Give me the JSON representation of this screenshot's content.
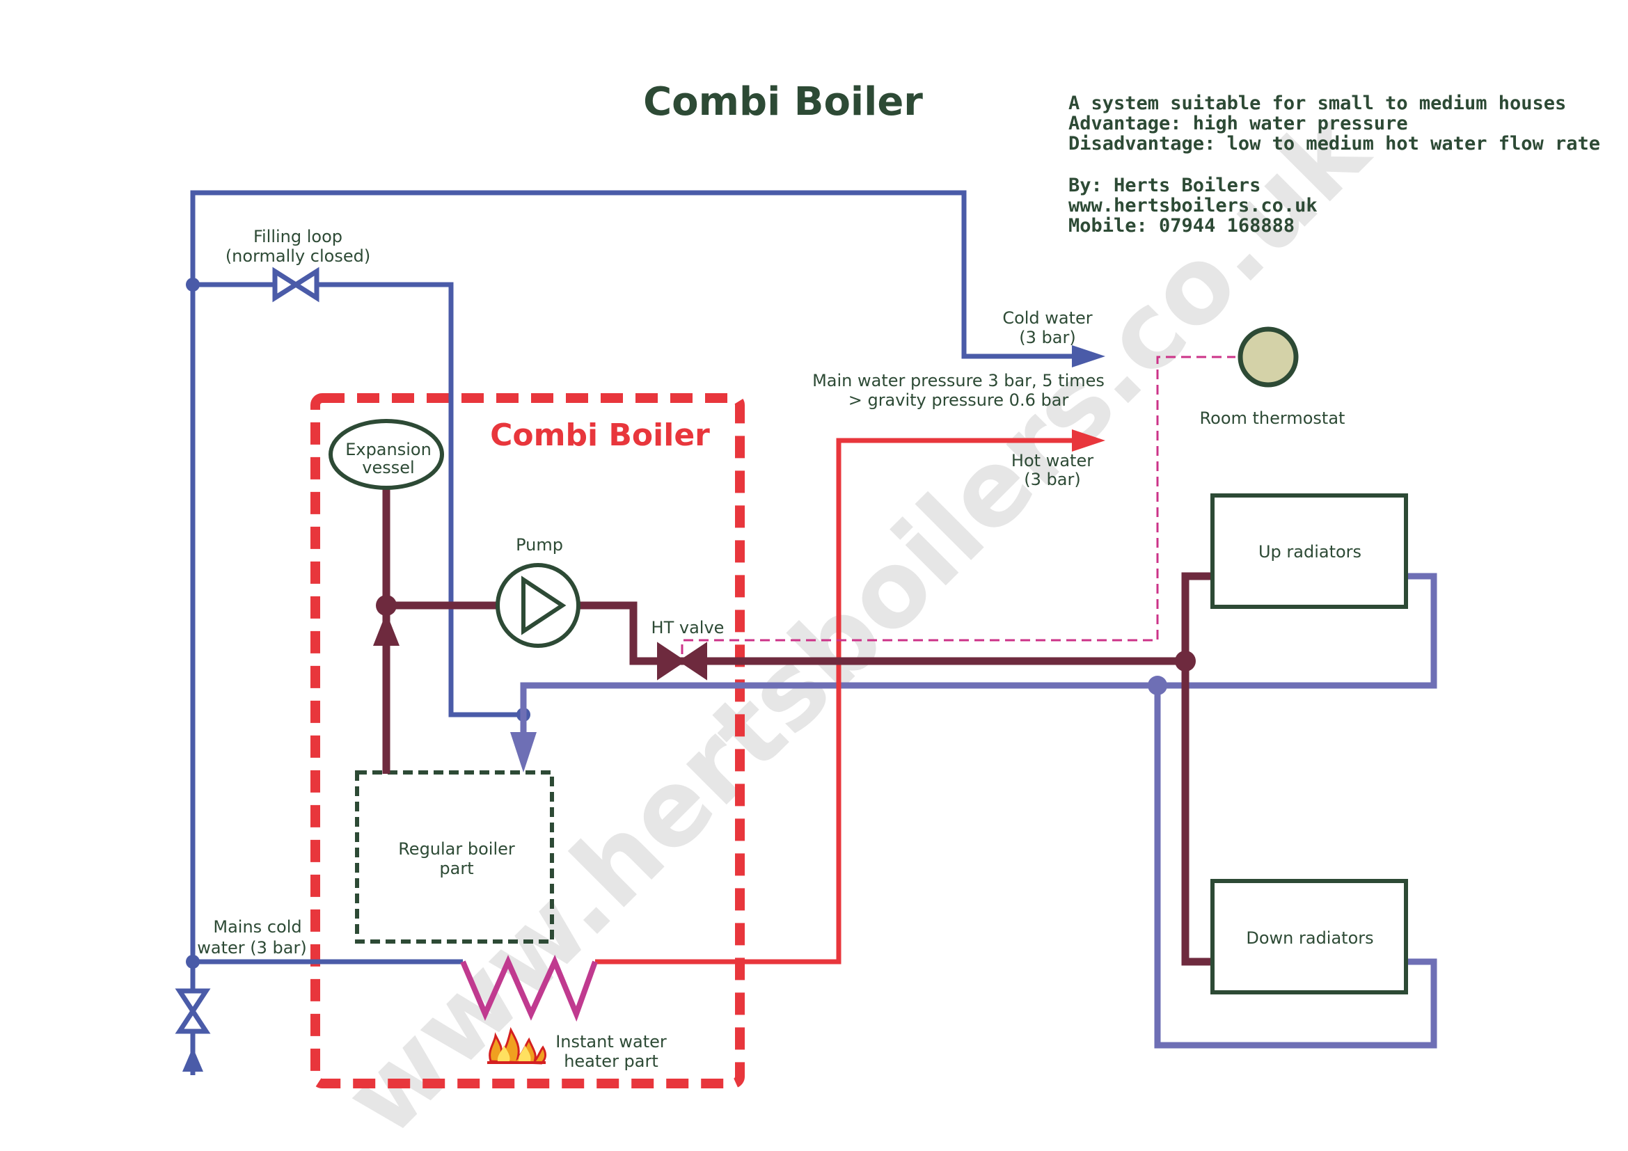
{
  "title": "Combi Boiler",
  "info": {
    "line1": "A system suitable for small to medium houses",
    "line2": "Advantage: high water pressure",
    "line3": "Disadvantage: low to medium hot water flow rate",
    "line4": "By: Herts Boilers",
    "line5": "www.hertsboilers.co.uk",
    "line6": "Mobile: 07944 168888"
  },
  "watermark": "www.hertsboilers.co.uk",
  "labels": {
    "filling_loop_1": "Filling loop",
    "filling_loop_2": "(normally closed)",
    "cold_water_1": "Cold water",
    "cold_water_2": "(3 bar)",
    "main_pressure_1": "Main water pressure 3 bar, 5 times",
    "main_pressure_2": "> gravity pressure 0.6 bar",
    "hot_water_1": "Hot water",
    "hot_water_2": "(3 bar)",
    "room_thermostat": "Room thermostat",
    "boiler_box_title": "Combi Boiler",
    "expansion_1": "Expansion",
    "expansion_2": "vessel",
    "pump": "Pump",
    "ht_valve": "HT valve",
    "up_radiators": "Up radiators",
    "down_radiators": "Down radiators",
    "regular_boiler_1": "Regular boiler",
    "regular_boiler_2": "part",
    "mains_cold_1": "Mains cold",
    "mains_cold_2": "water (3 bar)",
    "instant_heater_1": "Instant water",
    "instant_heater_2": "heater part"
  },
  "colors": {
    "text": "#2d4a35",
    "cold_pipe": "#4a5ba8",
    "return_pipe": "#6e6fb5",
    "hot_pipe": "#e8363c",
    "flow_pipe": "#6e2a3e",
    "boiler_border": "#e8363c",
    "thermostat_wire": "#cc3388",
    "heat_exchanger": "#c03a8f",
    "thermostat_fill": "#d4d2a8"
  },
  "icons": [
    "valve-icon",
    "pump-icon",
    "flame-icon",
    "arrow-icon",
    "thermostat-icon"
  ]
}
